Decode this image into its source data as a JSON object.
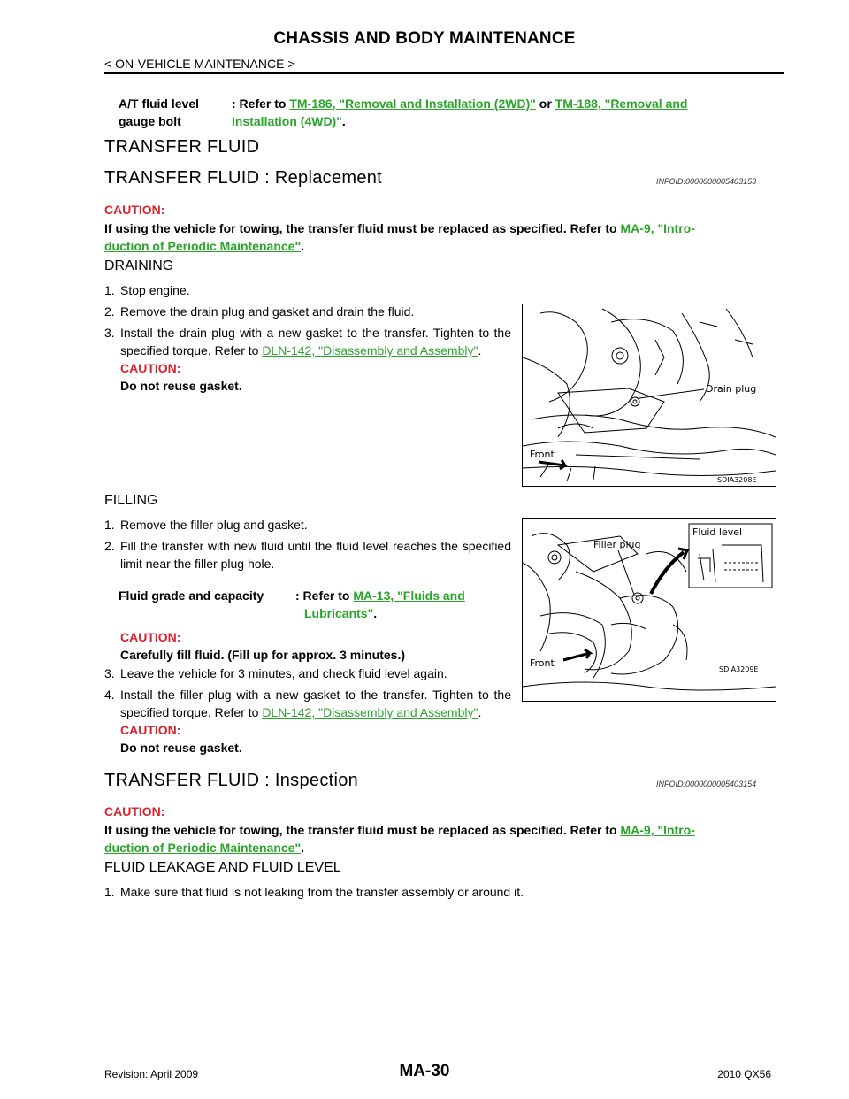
{
  "header": {
    "title": "CHASSIS AND BODY MAINTENANCE",
    "subtitle": "< ON-VEHICLE MAINTENANCE >"
  },
  "at_gauge": {
    "label_line1": "A/T fluid level",
    "label_line2": "gauge bolt",
    "refer": ": Refer to ",
    "link1": "TM-186, \"Removal and Installation (2WD)\"",
    "or": " or ",
    "link2a": "TM-188, \"Removal and",
    "link2b": "Installation (4WD)\"",
    "end": "."
  },
  "section": {
    "title": "TRANSFER FLUID",
    "replacement_heading": "TRANSFER FLUID : Replacement",
    "replacement_infoid": "INFOID:0000000005403153",
    "caution_label": "CAUTION:",
    "caution_text_a": "If using the vehicle for towing, the transfer fluid must be replaced as specified. Refer to ",
    "caution_link_a": "MA-9, \"Intro-",
    "caution_link_b": "duction of Periodic Maintenance\"",
    "caution_end": "."
  },
  "draining": {
    "heading": "DRAINING",
    "step1_num": "1.",
    "step1": "Stop engine.",
    "step2_num": "2.",
    "step2": "Remove the drain plug and gasket and drain the fluid.",
    "step3_num": "3.",
    "step3_text": "Install the drain plug with a new gasket to the transfer. Tighten to the specified torque. Refer to ",
    "step3_link": "DLN-142, \"Disassembly and Assembly\"",
    "step3_end": ".",
    "caution_label": "CAUTION:",
    "caution_text": "Do not reuse gasket."
  },
  "figure1": {
    "label_drain": "Drain plug",
    "label_front": "Front",
    "code": "SDIA3208E"
  },
  "filling": {
    "heading": "FILLING",
    "step1_num": "1.",
    "step1": "Remove the filler plug and gasket.",
    "step2_num": "2.",
    "step2": "Fill the transfer with new fluid until the fluid level reaches the specified limit near the filler plug hole.",
    "grade_label": "Fluid grade and capacity",
    "grade_refer": ": Refer to ",
    "grade_link_a": "MA-13, \"Fluids and",
    "grade_link_b": "Lubricants\"",
    "grade_end": ".",
    "caution_label": "CAUTION:",
    "caution_text": "Carefully fill fluid. (Fill up for approx. 3 minutes.)",
    "step3_num": "3.",
    "step3": "Leave the vehicle for 3 minutes, and check fluid level again.",
    "step4_num": "4.",
    "step4_text": "Install the filler plug with a new gasket to the transfer. Tighten to the specified torque. Refer to ",
    "step4_link": "DLN-142, \"Disassembly and Assembly\"",
    "step4_end": ".",
    "caution2_label": "CAUTION:",
    "caution2_text": "Do not reuse gasket."
  },
  "figure2": {
    "label_filler": "Filler plug",
    "label_level": "Fluid level",
    "label_front": "Front",
    "code": "SDIA3209E"
  },
  "inspection": {
    "heading": "TRANSFER FLUID : Inspection",
    "infoid": "INFOID:0000000005403154",
    "caution_label": "CAUTION:",
    "caution_text_a": "If using the vehicle for towing, the transfer fluid must be replaced as specified. Refer to ",
    "caution_link_a": "MA-9, \"Intro-",
    "caution_link_b": "duction of Periodic Maintenance\"",
    "caution_end": ".",
    "subheading": "FLUID LEAKAGE AND FLUID LEVEL",
    "step1_num": "1.",
    "step1": "Make sure that fluid is not leaking from the transfer assembly or around it."
  },
  "footer": {
    "revision": "Revision: April 2009",
    "page": "MA-30",
    "model": "2010 QX56"
  },
  "colors": {
    "link": "#2aa52a",
    "caution": "#d4262f"
  }
}
